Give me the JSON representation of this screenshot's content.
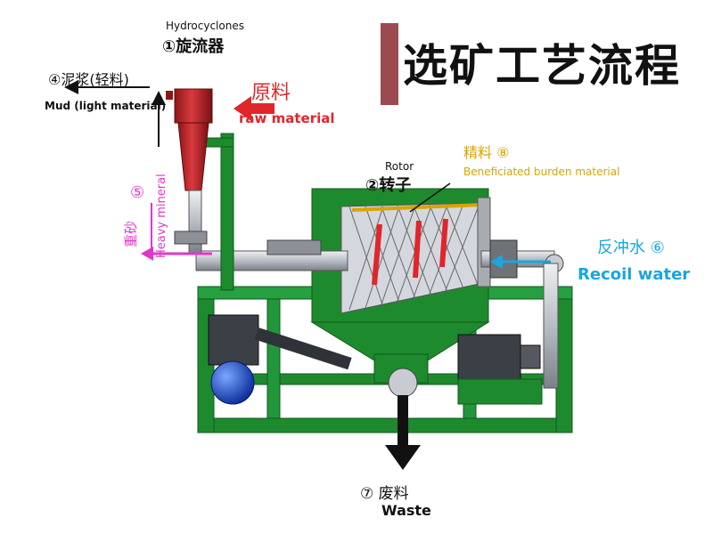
{
  "title": "选矿工艺流程",
  "colors": {
    "frame": "#1e8a2e",
    "frame_dark": "#0f5a1c",
    "steel": "#c8ccd2",
    "cyclone": "#c8282c",
    "feed_arrow": "#e0262a",
    "heavy_arrow": "#e236c8",
    "water_arrow": "#1aa6e0",
    "concentrate": "#d9a400",
    "title_bar": "#9b4a52"
  },
  "labels": {
    "hydrocyclones": {
      "en": "Hydrocyclones",
      "cn": "①旋流器"
    },
    "raw_material": {
      "cn": "原料",
      "en": "raw material"
    },
    "mud": {
      "cn": "④泥浆(轻料)",
      "en": "Mud (light material)"
    },
    "heavy": {
      "num": "⑤",
      "cn": "重砂",
      "en": "Heavy mineral"
    },
    "rotor": {
      "en": "Rotor",
      "cn": "②转子"
    },
    "concentrate": {
      "cn": "精料 ⑧",
      "en": "Beneficiated burden material"
    },
    "recoil": {
      "cn": "反冲水 ⑥",
      "en": "Recoil water"
    },
    "waste": {
      "cn": "⑦ 废料",
      "en": "Waste"
    }
  }
}
